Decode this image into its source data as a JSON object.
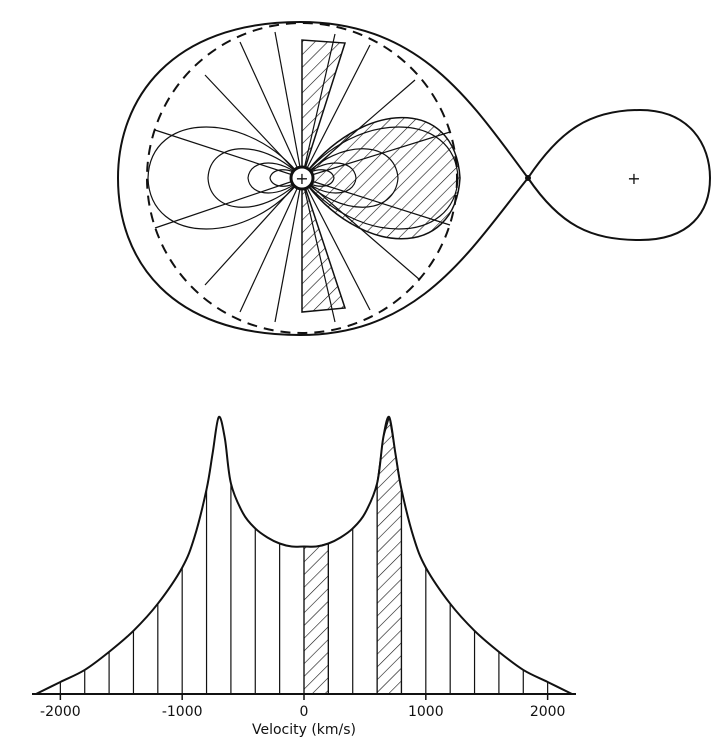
{
  "chart_data": {
    "type": "line",
    "title": "",
    "xlabel": "Velocity (km/s)",
    "ylabel": "",
    "xlim": [
      -2200,
      2200
    ],
    "xticks": [
      -2000,
      -1000,
      0,
      1000,
      2000
    ],
    "xtick_labels": [
      "-2000",
      "-1000",
      "0",
      "1000",
      "2000"
    ],
    "grid": false,
    "legend": "none",
    "series": [
      {
        "x": [
          -2200,
          -2000,
          -1800,
          -1600,
          -1400,
          -1200,
          -1000,
          -900,
          -800,
          -750,
          -700,
          -650,
          -600,
          -500,
          -400,
          -300,
          -200,
          -100,
          0,
          100,
          200,
          300,
          400,
          500,
          600,
          650,
          700,
          750,
          800,
          900,
          1000,
          1200,
          1400,
          1600,
          1800,
          2000,
          2200
        ],
        "y": [
          0.0,
          0.04,
          0.08,
          0.14,
          0.21,
          0.3,
          0.42,
          0.52,
          0.68,
          0.8,
          0.92,
          0.85,
          0.7,
          0.6,
          0.55,
          0.52,
          0.5,
          0.49,
          0.49,
          0.49,
          0.5,
          0.52,
          0.55,
          0.6,
          0.7,
          0.85,
          0.92,
          0.8,
          0.68,
          0.52,
          0.42,
          0.3,
          0.21,
          0.14,
          0.08,
          0.04,
          0.0
        ]
      }
    ],
    "shaded_bands": [
      [
        0,
        200
      ],
      [
        600,
        800
      ]
    ]
  },
  "diagram": {
    "labels": [
      "+",
      "+",
      "+"
    ]
  }
}
